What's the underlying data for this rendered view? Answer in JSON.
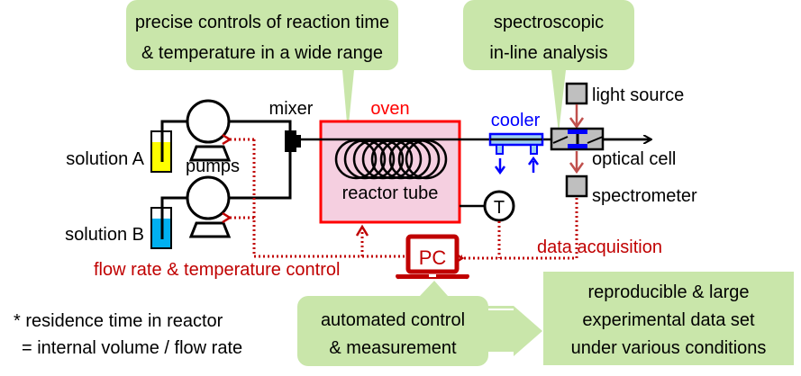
{
  "colors": {
    "callout_fill": "#c9e6aa",
    "oven_fill": "#f5cfe0",
    "oven_stroke": "#ff0000",
    "control_red": "#c00000",
    "cooler_blue": "#0000ff",
    "cooler_fill": "#9fd0f0",
    "solution_a": "#ffff00",
    "solution_b": "#00b0f0",
    "lamp_gray": "#bfbfbf",
    "light_arrow": "#c0504d"
  },
  "callouts": {
    "reaction_control": [
      "precise controls of reaction time",
      "& temperature in a wide range"
    ],
    "inline_analysis": [
      "spectroscopic",
      "in-line analysis"
    ],
    "automation": [
      "automated control",
      "& measurement"
    ],
    "outcome": [
      "reproducible & large",
      "experimental data set",
      "under various conditions"
    ]
  },
  "labels": {
    "solution_a": "solution A",
    "solution_b": "solution B",
    "pumps": "pumps",
    "mixer": "mixer",
    "oven": "oven",
    "reactor_tube": "reactor tube",
    "thermometer": "T",
    "cooler": "cooler",
    "light_source": "light source",
    "optical_cell": "optical cell",
    "spectrometer": "spectrometer",
    "pc": "PC",
    "data_acquisition": "data acquisition",
    "flow_temp_control": "flow rate & temperature control"
  },
  "note": [
    "* residence time in reactor",
    "= internal volume / flow rate"
  ]
}
